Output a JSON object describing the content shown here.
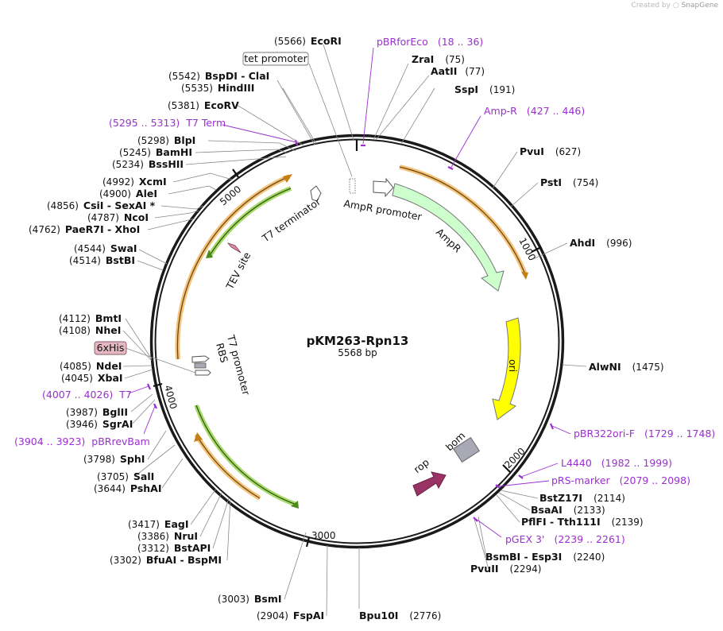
{
  "credit": {
    "prefix": "Created by",
    "brand": "SnapGene"
  },
  "plasmid": {
    "name": "pKM263-Rpn13",
    "length_label": "5568 bp"
  },
  "ticks": [
    "1000",
    "2000",
    "3000",
    "4000",
    "5000"
  ],
  "colors": {
    "backbone": "#1a1a1a",
    "primer": "#9b2fd0",
    "orf_orange": "#f5c27a",
    "orf_green": "#a8d96a",
    "ampr": "#ccffcc",
    "ori": "#ffff00",
    "rop": "#993366",
    "bom": "#a9a9b5",
    "his": "#e6b8c4"
  },
  "sites": [
    {
      "num": "(5566)",
      "name": "EcoRI"
    },
    {
      "num": "(75)",
      "name": "ZraI"
    },
    {
      "num": "(77)",
      "name": "AatII"
    },
    {
      "num": "(191)",
      "name": "SspI"
    },
    {
      "num": "(627)",
      "name": "PvuI"
    },
    {
      "num": "(754)",
      "name": "PstI"
    },
    {
      "num": "(996)",
      "name": "AhdI"
    },
    {
      "num": "(1475)",
      "name": "AlwNI"
    },
    {
      "num": "(2114)",
      "name": "BstZ17I"
    },
    {
      "num": "(2133)",
      "name": "BsaAI"
    },
    {
      "num": "(2139)",
      "name": "PflFI - Tth111I"
    },
    {
      "num": "(2240)",
      "name": "BsmBI - Esp3I"
    },
    {
      "num": "(2294)",
      "name": "PvuII"
    },
    {
      "num": "(2776)",
      "name": "Bpu10I"
    },
    {
      "num": "(2904)",
      "name": "FspAI"
    },
    {
      "num": "(3003)",
      "name": "BsmI"
    },
    {
      "num": "(3302)",
      "name": "BfuAI - BspMI"
    },
    {
      "num": "(3312)",
      "name": "BstAPI"
    },
    {
      "num": "(3386)",
      "name": "NruI"
    },
    {
      "num": "(3417)",
      "name": "EagI"
    },
    {
      "num": "(3644)",
      "name": "PshAI"
    },
    {
      "num": "(3705)",
      "name": "SalI"
    },
    {
      "num": "(3798)",
      "name": "SphI"
    },
    {
      "num": "(3946)",
      "name": "SgrAI"
    },
    {
      "num": "(3987)",
      "name": "BglII"
    },
    {
      "num": "(4045)",
      "name": "XbaI"
    },
    {
      "num": "(4085)",
      "name": "NdeI"
    },
    {
      "num": "(4108)",
      "name": "NheI"
    },
    {
      "num": "(4112)",
      "name": "BmtI"
    },
    {
      "num": "(4514)",
      "name": "BstBI"
    },
    {
      "num": "(4544)",
      "name": "SwaI"
    },
    {
      "num": "(4762)",
      "name": "PaeR7I - XhoI"
    },
    {
      "num": "(4787)",
      "name": "NcoI"
    },
    {
      "num": "(4856)",
      "name": "CsiI - SexAI *"
    },
    {
      "num": "(4900)",
      "name": "AleI"
    },
    {
      "num": "(4992)",
      "name": "XcmI"
    },
    {
      "num": "(5234)",
      "name": "BssHII"
    },
    {
      "num": "(5245)",
      "name": "BamHI"
    },
    {
      "num": "(5298)",
      "name": "BlpI"
    },
    {
      "num": "(5381)",
      "name": "EcoRV"
    },
    {
      "num": "(5535)",
      "name": "HindIII"
    },
    {
      "num": "(5542)",
      "name": "BspDI - ClaI"
    }
  ],
  "primers": [
    {
      "name": "pBRforEco",
      "range": "(18 .. 36)"
    },
    {
      "name": "Amp-R",
      "range": "(427 .. 446)"
    },
    {
      "name": "pBR322ori-F",
      "range": "(1729 .. 1748)"
    },
    {
      "name": "L4440",
      "range": "(1982 .. 1999)"
    },
    {
      "name": "pRS-marker",
      "range": "(2079 .. 2098)"
    },
    {
      "name": "pGEX 3'",
      "range": "(2239 .. 2261)"
    },
    {
      "name": "pBRrevBam",
      "range": "(3904 .. 3923)"
    },
    {
      "name": "T7",
      "range": "(4007 .. 4026)"
    },
    {
      "name": "T7 Term",
      "range": "(5295 .. 5313)"
    }
  ],
  "boxed_labels": {
    "tet_promoter": "tet promoter",
    "his": "6xHis"
  },
  "features": {
    "ampr_promoter": "AmpR promoter",
    "ampr": "AmpR",
    "ori": "ori",
    "bom": "bom",
    "rop": "rop",
    "t7_terminator": "T7 terminator",
    "tev_site": "TEV site",
    "t7_promoter": "T7 promoter",
    "rbs": "RBS"
  }
}
